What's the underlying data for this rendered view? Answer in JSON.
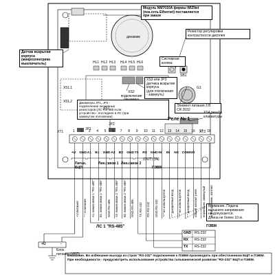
{
  "callouts": {
    "module": "Модуль NM7010A фирмы WIZNet\n(пок.сеть Ethernet) поставляется\nпри заказе",
    "tamper": "Датчик вскрытия\nкорпуса (микроэлектрика\nвыключатель)",
    "speaker": "динамик",
    "resistor": "Резистор регулировки\nконтрастности дисплея",
    "system_button": "Системная\nкнопка",
    "xs3": "XS3 или JP3\nдатчика вскрытия\nкорпуса\n(для отключения\n- замкнуть)",
    "xs2": "XS2\nподключение\nдинамика",
    "battery": "Элемент питания 3 В\nCR 2032",
    "jumpers": "Джамперы JP1, JP2 -\nподключение оконечных\nрезисторов (ЛС RS-485 если\nустройство - последнее в ЛС (при\nзамкнутом положении)",
    "xs4": "XS4 резьба\nклавиатуры",
    "relay": "Реле № 1",
    "power_source": "Блок\nпитания (ИБП)",
    "ls_rs485": "ЛС 1 \"RS-485\"",
    "pc": "ПЭВМ",
    "note_inputs": "Внимание. Подача\nвнешнего напряжения\nне допускается.\nДлина не более 10 м.",
    "warning": "Внимание. Во избежание выхода из строя \"RS-232\" подключение к ПЭВМ производить при обесточенном БЦП и ПЭВМ. При необходимости - предусмотреть использование устройства гальванической развязки \"RS-232\" БЦП и ПЭВМ."
  },
  "board_labels": {
    "hl": [
      "HL1",
      "HL2",
      "HL3",
      "HL4",
      "HL5",
      "HL6"
    ],
    "x51_1": "X51.1",
    "x51_2": "X51.2",
    "xt1": "XT1",
    "jp1": "JP1",
    "jp2": "JP2",
    "sb1": "SB1",
    "g1": "G1",
    "xs1": "XS1",
    "xt2": "XT2"
  },
  "terminals": {
    "numbers": [
      "1",
      "2",
      "3",
      "4",
      "5",
      "6",
      "7",
      "8",
      "9",
      "10",
      "11",
      "12",
      "13",
      "14",
      "15",
      "16",
      "17",
      "18"
    ],
    "names": [
      "+U",
      "GND",
      "A1",
      "B1",
      "GND",
      "A2",
      "B2",
      "GND",
      "TX",
      "RX",
      "GND",
      "IN",
      "IN",
      "NC",
      "COM",
      "NO"
    ],
    "out_in": "(OUT) (IN)"
  },
  "groups": {
    "power": "Питан.\nБЦП",
    "line1": "Лин.связи 1",
    "line2": "Лин.связи 2",
    "pc": "ПЭВМ"
  },
  "wire_labels": [
    "+U питания",
    "\"-\" U питания",
    "A1 линия связи 1 \"RS-485\"",
    "B1 линия связи 1 \"RS-485\"",
    "GND RS-485",
    "A2 линия связи 2 \"RS-485\"",
    "B2 линия связи 2 \"RS-485\"",
    "GND RS-485",
    "TX RS-232",
    "RX RS-232",
    "GND RS-232",
    "\"+\" не используется",
    "\"-\" дискретный вход",
    "\"+\" не используется",
    "\"-\" дискретный вход",
    "общий контакт реле",
    "нормально замкнутый",
    "норм. разомкн. контакт"
  ],
  "power_terms": {
    "plus": "+U",
    "minus": "-"
  },
  "pc_table": [
    {
      "pin": "GND",
      "sig": "RS-232"
    },
    {
      "pin": "RX",
      "sig": "RS-232"
    },
    {
      "pin": "TX",
      "sig": "RS-232"
    }
  ]
}
